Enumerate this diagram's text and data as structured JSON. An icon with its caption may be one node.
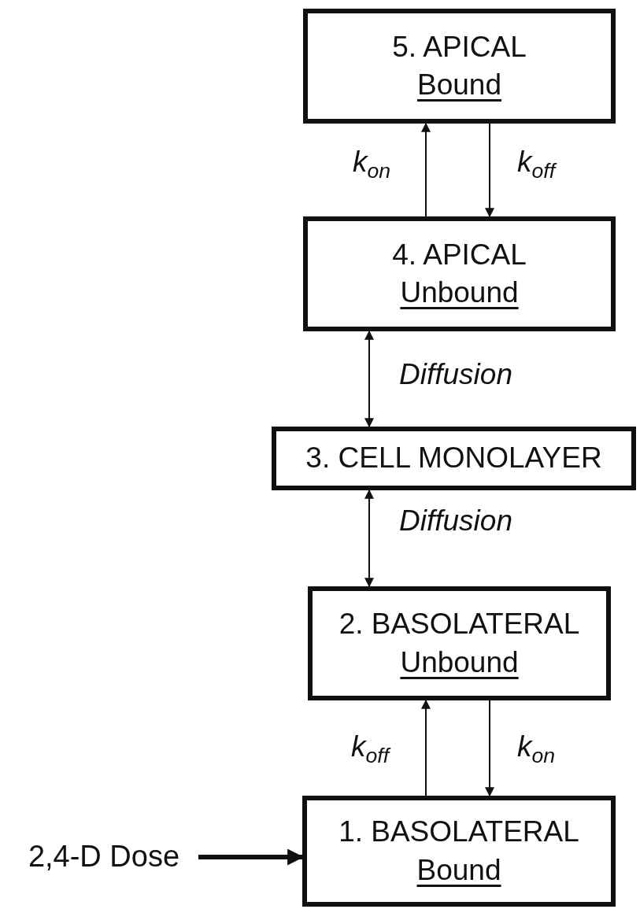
{
  "diagram": {
    "nodes": [
      {
        "text": [
          "5. APICAL",
          "Bound"
        ]
      },
      {
        "text": [
          "4. APICAL",
          "Unbound"
        ]
      },
      {
        "text": [
          "3. CELL MONOLAYER"
        ]
      },
      {
        "text": [
          "2. BASOLATERAL",
          "Unbound"
        ]
      },
      {
        "text": [
          "1. BASOLATERAL",
          "Bound"
        ]
      },
      {
        "text": [
          "2,4-D Dose"
        ]
      }
    ],
    "edges": [
      {
        "from": 1,
        "to": 0,
        "arrow": "to",
        "label": "k$_{on}$"
      },
      {
        "from": 0,
        "to": 1,
        "arrow": "to",
        "label": "k$_{off}$"
      },
      {
        "from": 1,
        "to": 2,
        "arrow": "both",
        "label": "Diffusion"
      },
      {
        "from": 2,
        "to": 3,
        "arrow": "both",
        "label": "Diffusion"
      },
      {
        "from": 4,
        "to": 3,
        "arrow": "to",
        "label": "k$_{off}$"
      },
      {
        "from": 3,
        "to": 4,
        "arrow": "to",
        "label": "k$_{on}$"
      },
      {
        "from": 5,
        "to": 4,
        "arrow": "to",
        "style": "thick"
      }
    ]
  }
}
